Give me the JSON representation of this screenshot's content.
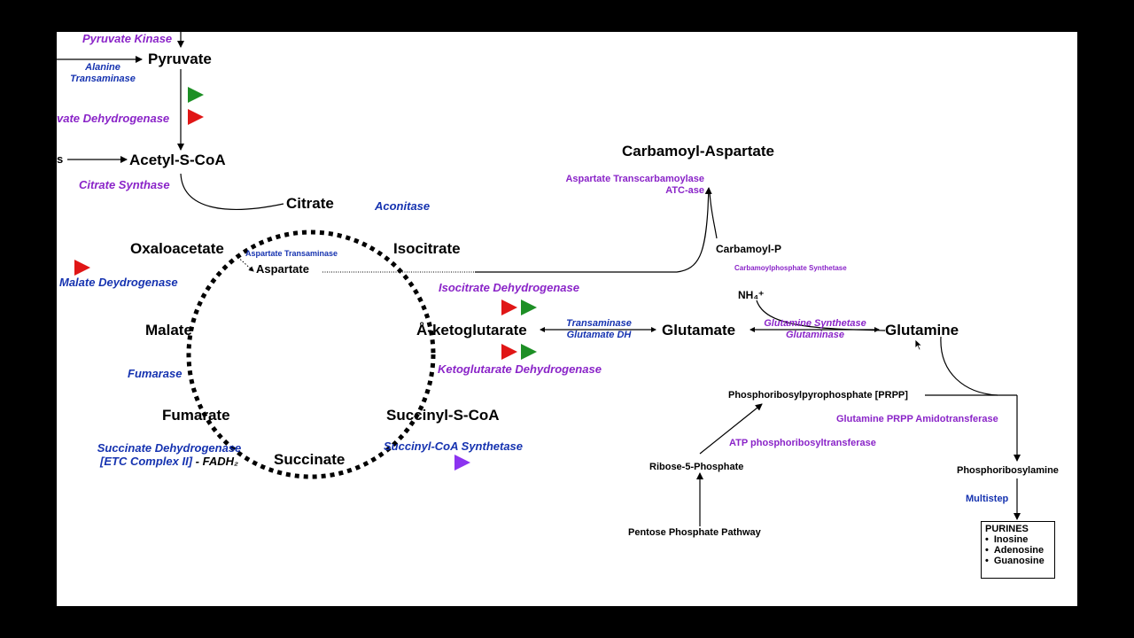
{
  "metabolites": {
    "pyruvate": "Pyruvate",
    "acetyl_coa": "Acetyl-S-CoA",
    "left_cut": "s",
    "citrate": "Citrate",
    "isocitrate": "Isocitrate",
    "oxaloacetate": "Oxaloacetate",
    "aspartate": "Aspartate",
    "malate": "Malate",
    "a_ketoglutarate": "Å-ketoglutarate",
    "fumarate": "Fumarate",
    "succinyl_coa": "Succinyl-S-CoA",
    "succinate": "Succinate",
    "glutamate": "Glutamate",
    "glutamine": "Glutamine",
    "carbamoyl_aspartate": "Carbamoyl-Aspartate",
    "carbamoyl_p": "Carbamoyl-P",
    "nh4": "NH₄⁺",
    "prpp": "Phosphoribosylpyrophosphate [PRPP]",
    "ribose5p": "Ribose-5-Phosphate",
    "ppp": "Pentose Phosphate Pathway",
    "phosphoribosylamine": "Phosphoribosylamine"
  },
  "enzymes": {
    "pyruvate_kinase": "Pyruvate Kinase",
    "alanine_transaminase_1": "Alanine",
    "alanine_transaminase_2": "Transaminase",
    "pyruvate_dh": "vate Dehydrogenase",
    "citrate_synthase": "Citrate Synthase",
    "aconitase": "Aconitase",
    "aspartate_transaminase": "Aspartate Transaminase",
    "malate_dh": "Malate Deydrogenase",
    "isocitrate_dh": "Isocitrate Dehydrogenase",
    "transaminase": "Transaminase",
    "glutamate_dh": "Glutamate DH",
    "fumarase": "Fumarase",
    "ketoglutarate_dh": "Ketoglutarate Dehydrogenase",
    "succinate_dh_1": "Succinate Dehydrogenase",
    "succinate_dh_2": "[ETC Complex II]",
    "succinate_dh_3": " - FADH₂",
    "succinyl_coa_synthetase": "Succinyl-CoA Synthetase",
    "glutamine_synthetase": "Glutamine Synthetase",
    "glutaminase": "Glutaminase",
    "aspartate_transcarbamoylase": "Aspartate Transcarbamoylase",
    "atc_ase": "ATC-ase",
    "carbamoylphosphate_synthetase": "Carbamoylphosphate Synthetase",
    "glutamine_prpp_amidotransferase": "Glutamine PRPP Amidotransferase",
    "atp_phosphoribosyltransferase": "ATP phosphoribosyltransferase",
    "multistep": "Multistep"
  },
  "purines": {
    "title": "PURINES",
    "items": [
      "Inosine",
      "Adenosine",
      "Guanosine"
    ]
  },
  "colors": {
    "purple": "#8a24c8",
    "blue": "#1633b0",
    "green_flag": "#1d8f25",
    "red_flag": "#e01616",
    "violet_flag": "#8b33f0"
  }
}
